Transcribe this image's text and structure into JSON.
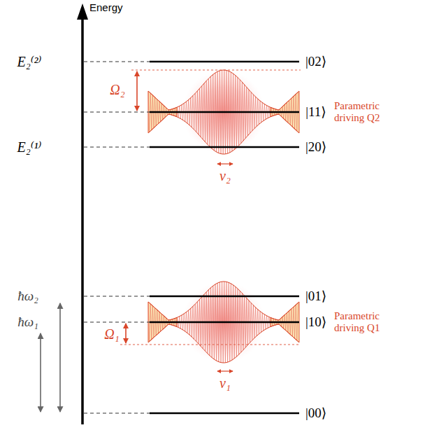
{
  "diagram": {
    "labels": [
      "Energy",
      "E₂⁽²⁾",
      "|02⟩",
      "Ω₂",
      "|11⟩",
      "Parametric driving Q2",
      "E₂⁽¹⁾",
      "|20⟩",
      "ν₂",
      "ħω₂",
      "|01⟩",
      "ħω₁",
      "|10⟩",
      "Parametric driving Q1",
      "Ω₁",
      "ν₁",
      "|00⟩"
    ]
  }
}
